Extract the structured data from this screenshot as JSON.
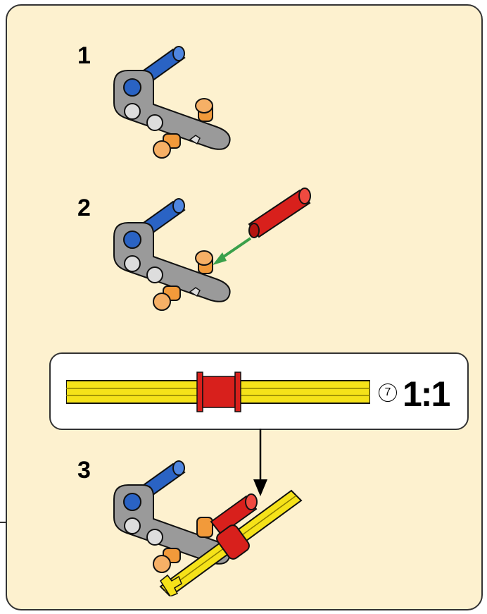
{
  "steps": [
    {
      "number": "1"
    },
    {
      "number": "2"
    },
    {
      "number": "3"
    }
  ],
  "callout": {
    "quantity": "7",
    "scale": "1:1"
  },
  "colors": {
    "background": "#fdf1cf",
    "frame_gray": "#9a9a9a",
    "pin_blue": "#2a63c4",
    "bush_orange": "#f29a3a",
    "pin_red": "#d8201c",
    "axle_yellow": "#f5e219",
    "arrow_green": "#3aa04a"
  }
}
